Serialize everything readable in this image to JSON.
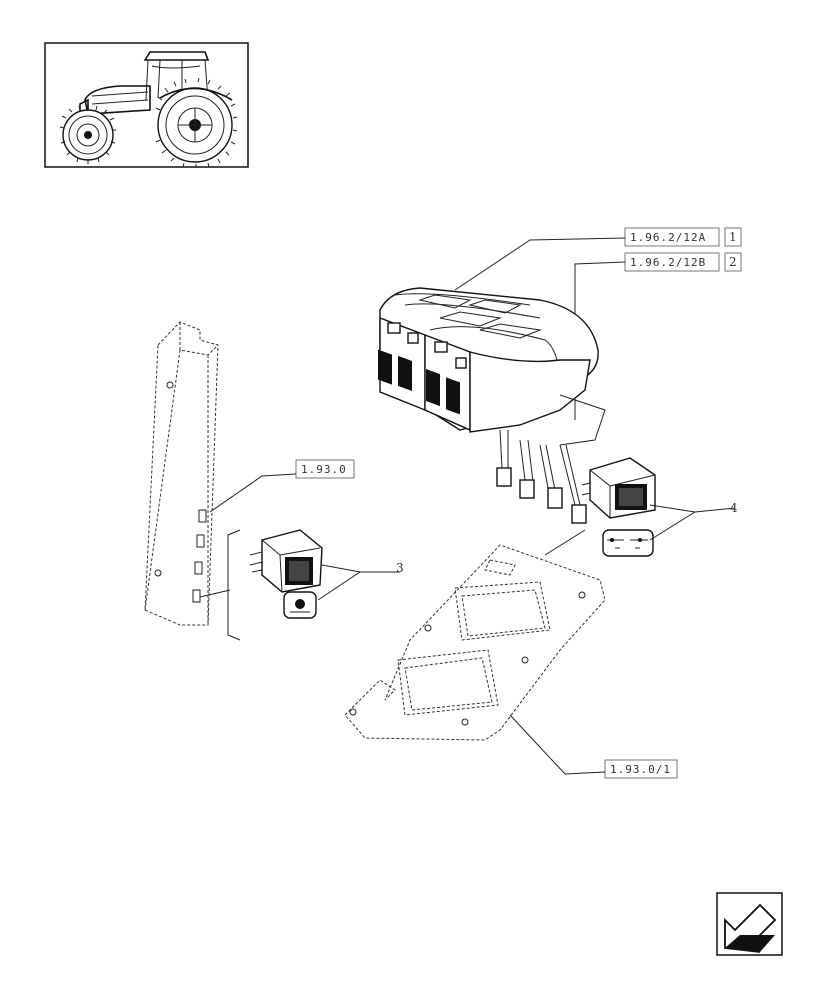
{
  "references": {
    "ref_1": "1.96.2/12A",
    "ref_1_item": "1",
    "ref_2": "1.96.2/12B",
    "ref_2_item": "2",
    "ref_post": "1.93.0",
    "ref_mat": "1.93.0/1"
  },
  "callouts": {
    "switch_a": "3",
    "switch_b": "4"
  },
  "icons": {
    "tractor": "tractor-thumbnail-icon",
    "nav": "next-page-arrow-icon"
  }
}
